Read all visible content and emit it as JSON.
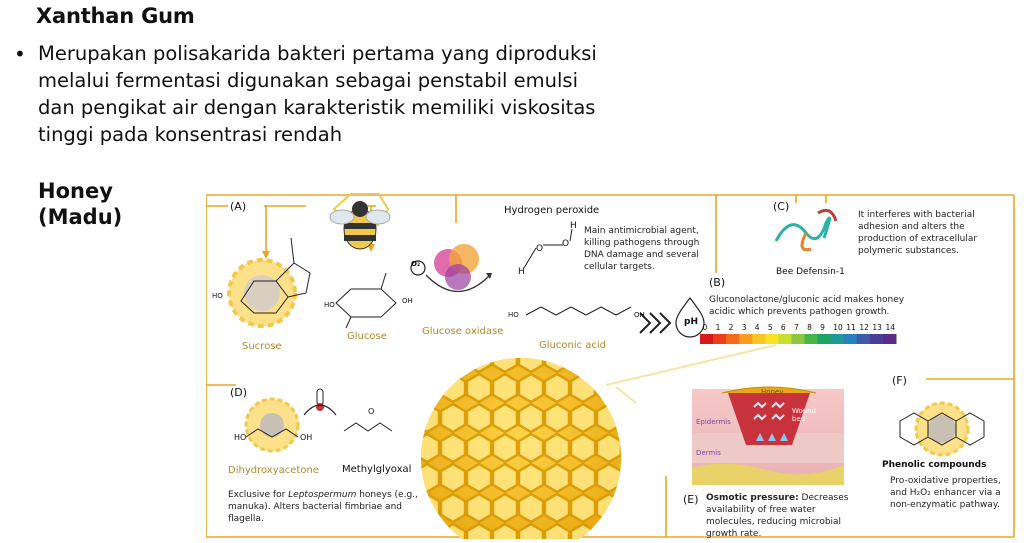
{
  "xanthan": {
    "title": "Xanthan Gum",
    "bullet": "•",
    "text": "Merupakan polisakarida bakteri pertama yang diproduksi melalui fermentasi digunakan sebagai penstabil emulsi dan pengikat air dengan karakteristik memiliki viskositas tinggi pada konsentrasi rendah"
  },
  "honey": {
    "title_line1": "Honey",
    "title_line2": "(Madu)"
  },
  "figure": {
    "labels": {
      "a": "(A)",
      "b": "(B)",
      "c": "(C)",
      "d": "(D)",
      "e": "(E)",
      "f": "(F)"
    },
    "hydrogen_peroxide": "Hydrogen peroxide",
    "h2o2_desc": "Main antimicrobial agent, killing pathogens through DNA damage and several cellular targets.",
    "sucrose": "Sucrose",
    "glucose": "Glucose",
    "glucose_oxidase": "Glucose oxidase",
    "gluconic_acid": "Gluconic acid",
    "o2": "O₂",
    "ph_badge": "pH",
    "gluconolactone_desc": "Gluconolactone/gluconic acid makes honey acidic which prevents pathogen growth.",
    "ph_scale": [
      "0",
      "1",
      "2",
      "3",
      "4",
      "5",
      "6",
      "7",
      "8",
      "9",
      "10",
      "11",
      "12",
      "13",
      "14"
    ],
    "ph_colors": [
      "#d7191c",
      "#e8401a",
      "#f26b1d",
      "#f79c1e",
      "#fbc521",
      "#f6e125",
      "#c8de2c",
      "#8cc63f",
      "#45b649",
      "#1fa364",
      "#1d9a96",
      "#2a7fc0",
      "#3d59a8",
      "#4b3f95",
      "#5a2d84"
    ],
    "bee_defensin": "Bee Defensin-1",
    "defensin_desc": "It interferes with bacterial adhesion and alters the production of extracellular polymeric substances.",
    "dhap": "Dihydroxyacetone",
    "methylglyoxal": "Methylglyoxal",
    "mgo_desc_1": "Exclusive for ",
    "mgo_desc_italic": "Leptospermum",
    "mgo_desc_2": " honeys (e.g., manuka). Alters bacterial fimbriae and flagella.",
    "wound_honey": "Honey",
    "wound_bed": "Wound bed",
    "epidermis": "Epidermis",
    "dermis": "Dermis",
    "osmotic_bold": "Osmotic pressure:",
    "osmotic_desc": " Decreases availability of free water molecules, reducing microbial growth rate.",
    "phenolic": "Phenolic compounds",
    "phenolic_desc": "Pro-oxidative properties, and H₂O₂ enhancer via a non-enzymatic pathway.",
    "chem": {
      "ho": "HO",
      "oh": "OH",
      "o": "O",
      "h": "H"
    }
  }
}
